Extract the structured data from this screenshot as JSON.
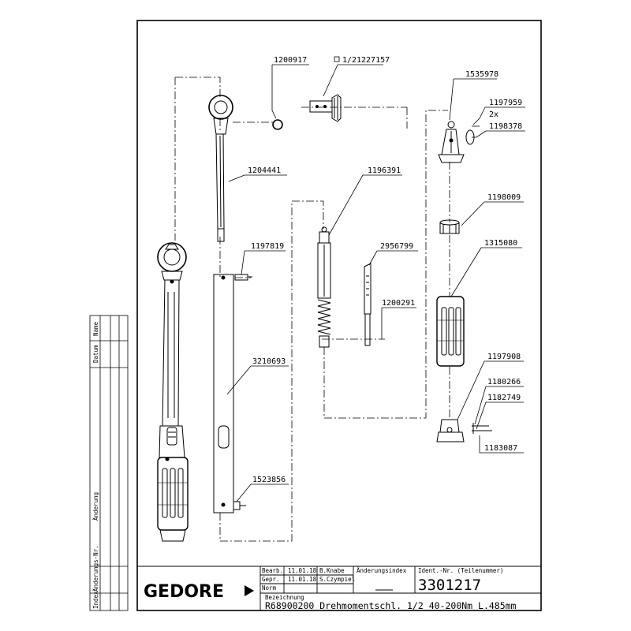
{
  "parts": {
    "p1200917": "1200917",
    "square_label": "1/2",
    "p1227157": "1227157",
    "p1535978": "1535978",
    "p1197959": "1197959",
    "qty_2x": "2x",
    "p1198378": "1198378",
    "p1204441": "1204441",
    "p1196391": "1196391",
    "p1198009": "1198009",
    "p1197819": "1197819",
    "p2956799": "2956799",
    "p1315080": "1315080",
    "p1200291": "1200291",
    "p3210693": "3210693",
    "p1197908": "1197908",
    "p1180266": "1180266",
    "p1182749": "1182749",
    "p1183087": "1183087",
    "p1523856": "1523856"
  },
  "revision_strip": {
    "name": "Name",
    "datum": "Datum",
    "aenderung": "Änderung",
    "aenderungs_nr": "Änderungs-Nr.",
    "index": "Index"
  },
  "title_block": {
    "logo": "GEDORE",
    "bearb_label": "Bearb.",
    "bearb_date": "11.01.18",
    "bearb_name": "B.Knabe",
    "gepr_label": "Gepr.",
    "gepr_date": "11.01.18",
    "gepr_name": "S.Czympiel",
    "norm_label": "Norm",
    "aenderungsindex_label": "Änderungsindex",
    "ident_label": "Ident.-Nr. (Teilenummer)",
    "ident_number": "3301217",
    "bezeichnung_label": "Bezeichnung",
    "bezeichnung": "R68900200 Drehmomentschl. 1/2 40-200Nm L.485mm"
  }
}
